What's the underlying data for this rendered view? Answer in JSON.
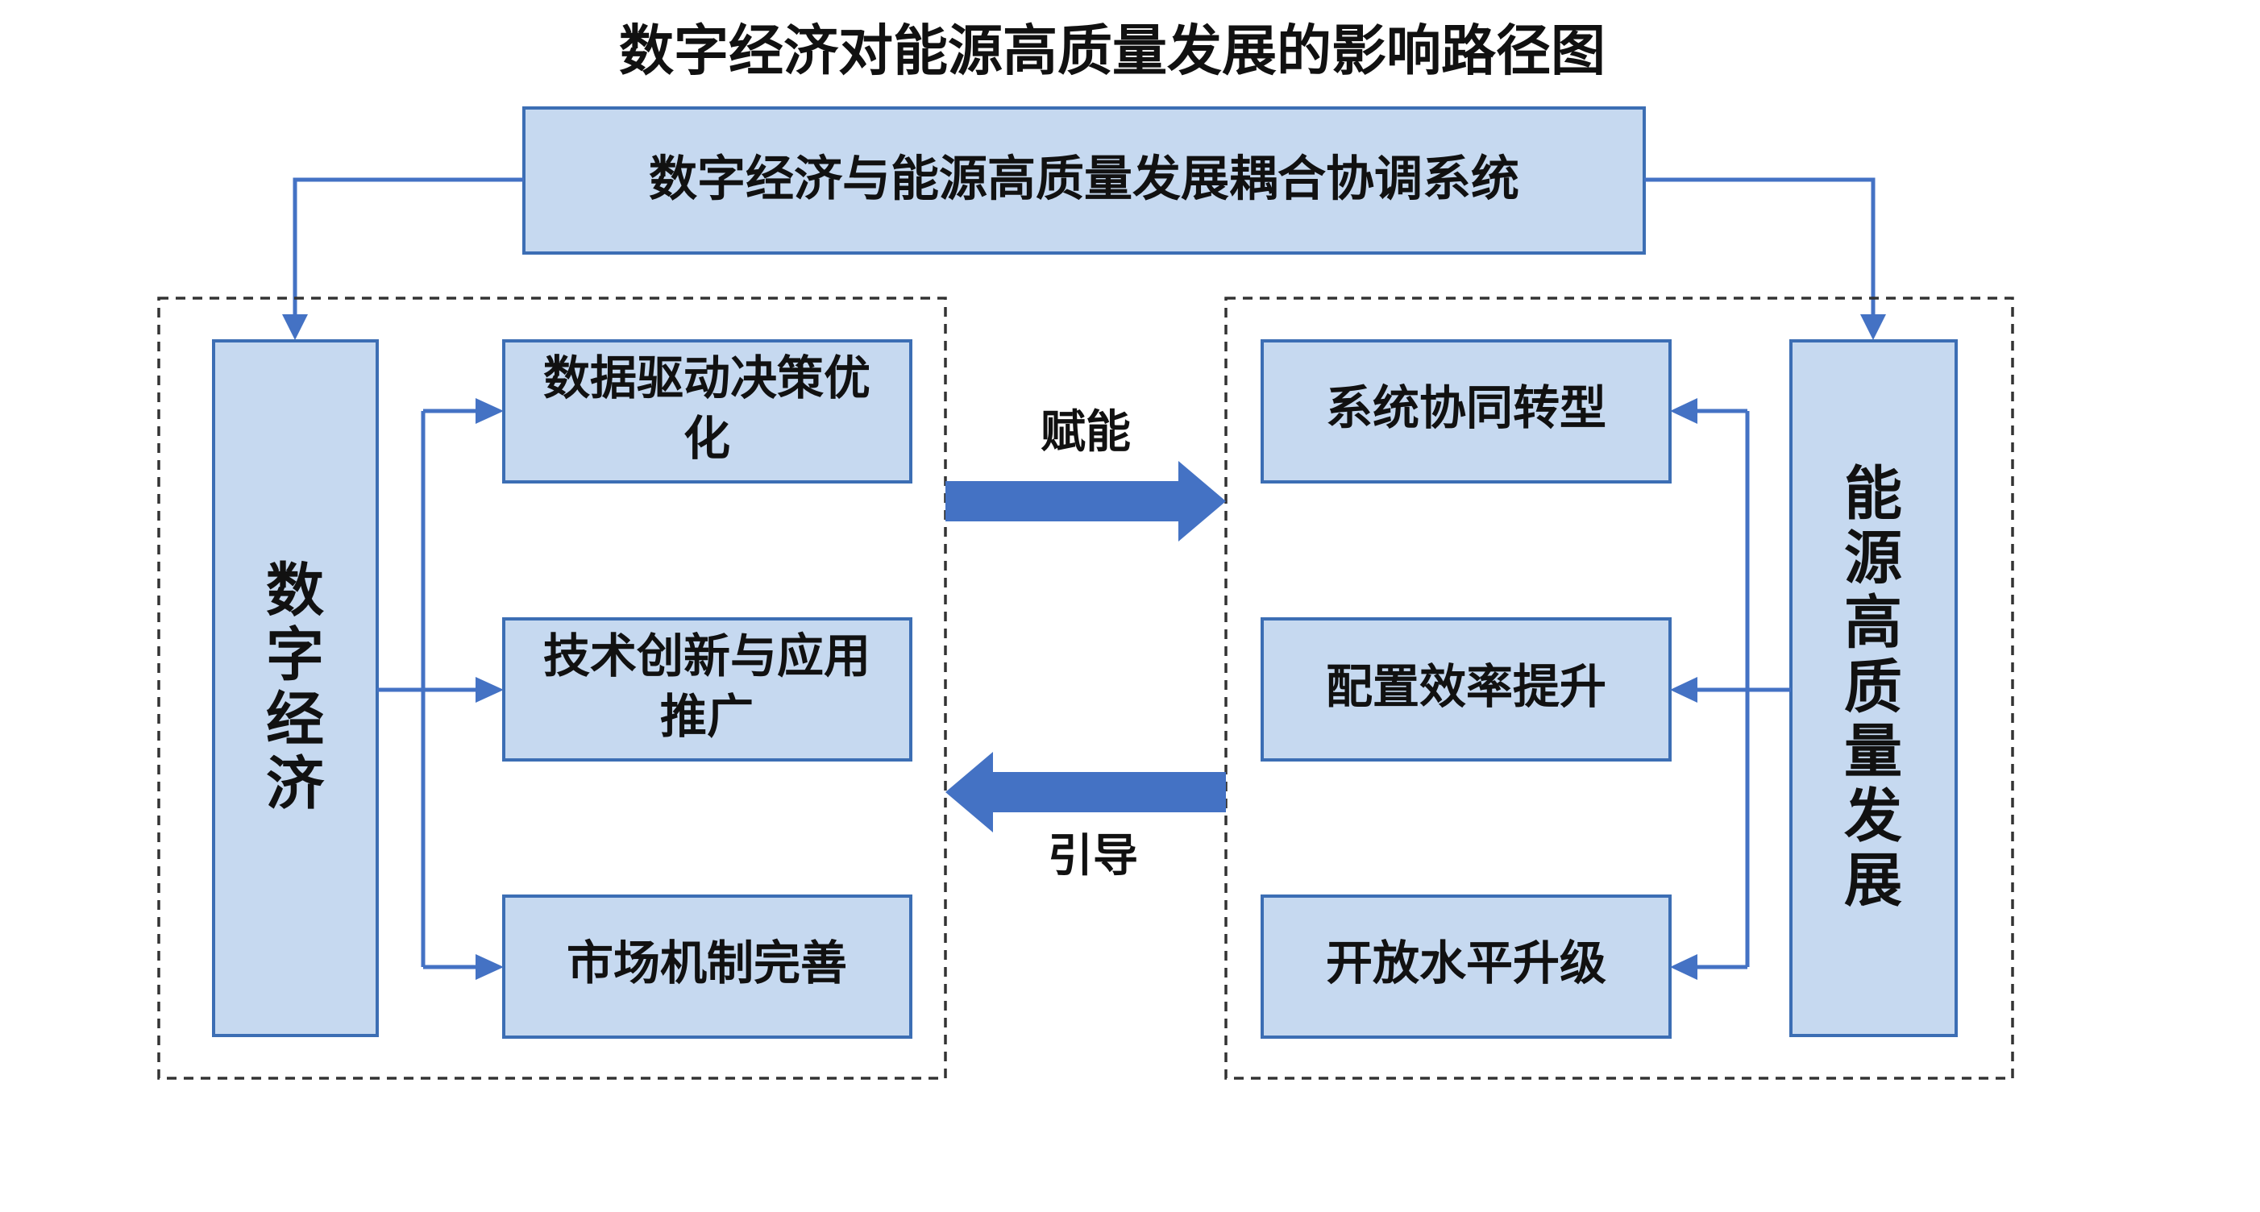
{
  "title": "数字经济对能源高质量发展的影响路径图",
  "top_system": "数字经济与能源高质量发展耦合协调系统",
  "left": {
    "main_label": [
      "数",
      "字",
      "经",
      "济"
    ],
    "items": [
      {
        "lines": [
          "数据驱动决策优",
          "化"
        ]
      },
      {
        "lines": [
          "技术创新与应用",
          "推广"
        ]
      },
      {
        "lines": [
          "市场机制完善"
        ]
      }
    ]
  },
  "right": {
    "main_label": [
      "能",
      "源",
      "高",
      "质",
      "量",
      "发",
      "展"
    ],
    "items": [
      {
        "lines": [
          "系统协同转型"
        ]
      },
      {
        "lines": [
          "配置效率提升"
        ]
      },
      {
        "lines": [
          "开放水平升级"
        ]
      }
    ]
  },
  "arrows": {
    "empower": "赋能",
    "guide": "引导"
  },
  "colors": {
    "box_fill": "#c6d9f0",
    "box_border": "#3c6eb4",
    "arrow": "#4472c4"
  }
}
